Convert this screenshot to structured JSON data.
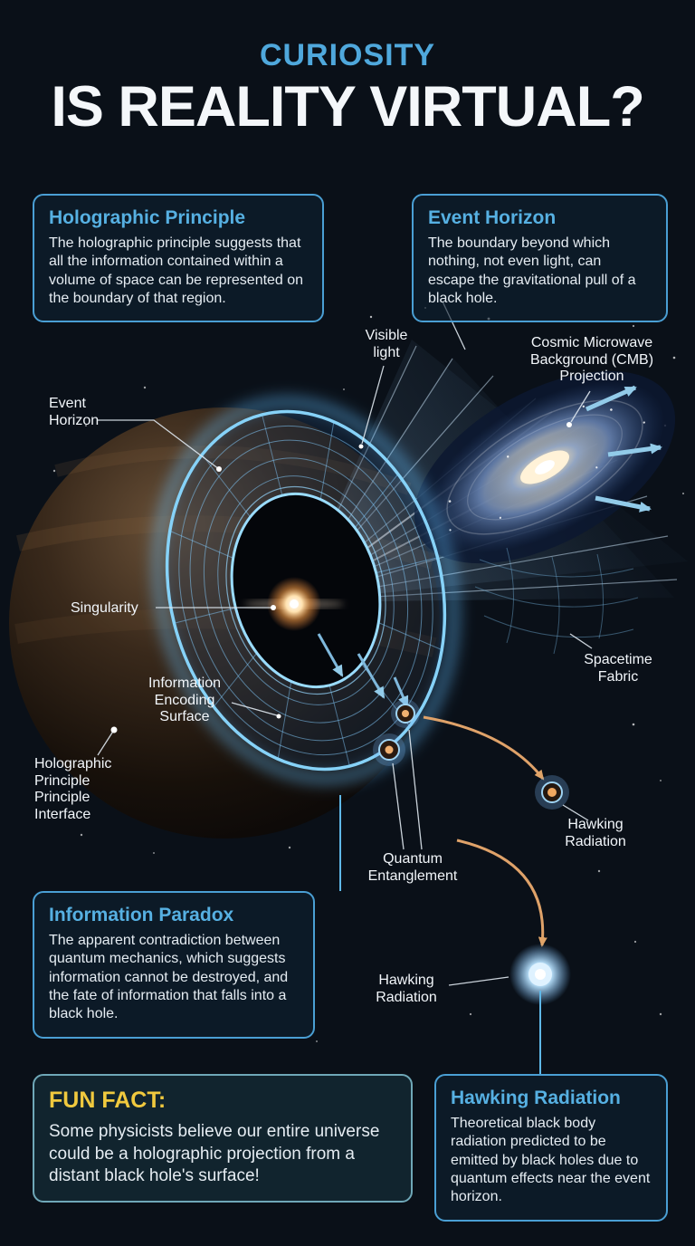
{
  "meta": {
    "background": "#0a1018",
    "accent_blue": "#54aede",
    "highlight_yellow": "#f0c93e"
  },
  "header": {
    "kicker": "CURIOSITY",
    "title": "IS REALITY VIRTUAL?"
  },
  "boxes": {
    "holographic": {
      "title": "Holographic Principle",
      "body": "The holographic principle suggests that all the information contained within a volume of space can be represented on the boundary of that region."
    },
    "event_horizon": {
      "title": "Event Horizon",
      "body": "The boundary beyond which nothing, not even light, can escape the gravitational pull of a black hole."
    },
    "information_paradox": {
      "title": "Information Paradox",
      "body": "The apparent contradiction between quantum mechanics, which suggests information cannot be destroyed, and the fate of information that falls into a black hole."
    },
    "fun_fact": {
      "title": "FUN FACT:",
      "body": "Some physicists believe our entire universe could be a holographic projection from a distant black hole's surface!"
    },
    "hawking_radiation": {
      "title": "Hawking Radiation",
      "body": "Theoretical black body radiation predicted to be emitted by black holes due to quantum effects near the event horizon."
    }
  },
  "labels": {
    "visible_light": "Visible light",
    "cmb_projection": "Cosmic Microwave Background (CMB) Projection",
    "event_horizon": "Event Horizon",
    "singularity": "Singularity",
    "information_encoding_surface": "Information Encoding Surface",
    "holographic_interface": "Holographic Principle Principle Interface",
    "spacetime_fabric": "Spacetime Fabric",
    "hawking_radiation_right": "Hawking Radiation",
    "quantum_entanglement": "Quantum Entanglement",
    "hawking_radiation_bottom": "Hawking Radiation"
  }
}
